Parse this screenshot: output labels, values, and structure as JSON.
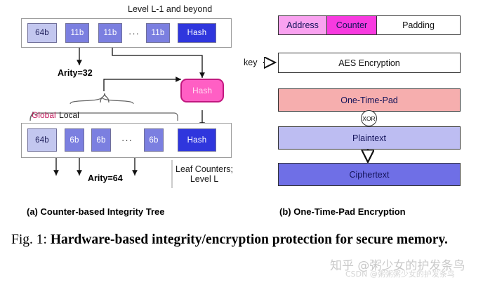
{
  "figure": {
    "caption_lead": "Fig. 1:",
    "caption_bold": "Hardware-based integrity/encryption protection for secure memory."
  },
  "panel_a": {
    "subcaption": "(a) Counter-based Integrity Tree",
    "level_label": "Level L-1 and beyond",
    "upper_row": {
      "cells": [
        {
          "label": "64b",
          "kind": "major"
        },
        {
          "label": "11b",
          "kind": "counter"
        },
        {
          "label": "11b",
          "kind": "counter"
        },
        {
          "label": "···",
          "kind": "ellipsis"
        },
        {
          "label": "11b",
          "kind": "counter"
        },
        {
          "label": "Hash",
          "kind": "hash"
        }
      ]
    },
    "lower_row": {
      "cells": [
        {
          "label": "64b",
          "kind": "major"
        },
        {
          "label": "6b",
          "kind": "counter"
        },
        {
          "label": "6b",
          "kind": "counter"
        },
        {
          "label": "···",
          "kind": "ellipsis"
        },
        {
          "label": "6b",
          "kind": "counter"
        },
        {
          "label": "Hash",
          "kind": "hash"
        }
      ]
    },
    "hash_node": "Hash",
    "arity_upper": "Arity=32",
    "arity_lower": "Arity=64",
    "brace_global": "Global",
    "brace_local": "Local",
    "leaf_note_line1": "Leaf Counters;",
    "leaf_note_line2": "Level L"
  },
  "panel_b": {
    "subcaption": "(b) One-Time-Pad Encryption",
    "key_label": "key",
    "seed_blocks": [
      {
        "label": "Address",
        "color": "#f9a2f0"
      },
      {
        "label": "Counter",
        "color": "#f83ae0"
      },
      {
        "label": "Padding",
        "color": "#ffffff"
      }
    ],
    "aes_label": "AES Encryption",
    "otp_label": "One-Time-Pad",
    "xor_label": "XOR",
    "plaintext_label": "Plaintext",
    "ciphertext_label": "Ciphertext"
  },
  "watermark": {
    "line1": "知乎 @粥少女的护发条鸟",
    "line2": "CSDN @粥粥粥少女的护发条鸟"
  },
  "colors": {
    "major_counter": "#c3c7ef",
    "minor_counter": "#7b7fe0",
    "hash_block": "#2f36dd",
    "hash_node": "#ff5fc4",
    "one_time_pad": "#f6aeae",
    "plaintext": "#bdbdf2",
    "ciphertext": "#6f6fe6",
    "global_label": "#c2185b"
  }
}
